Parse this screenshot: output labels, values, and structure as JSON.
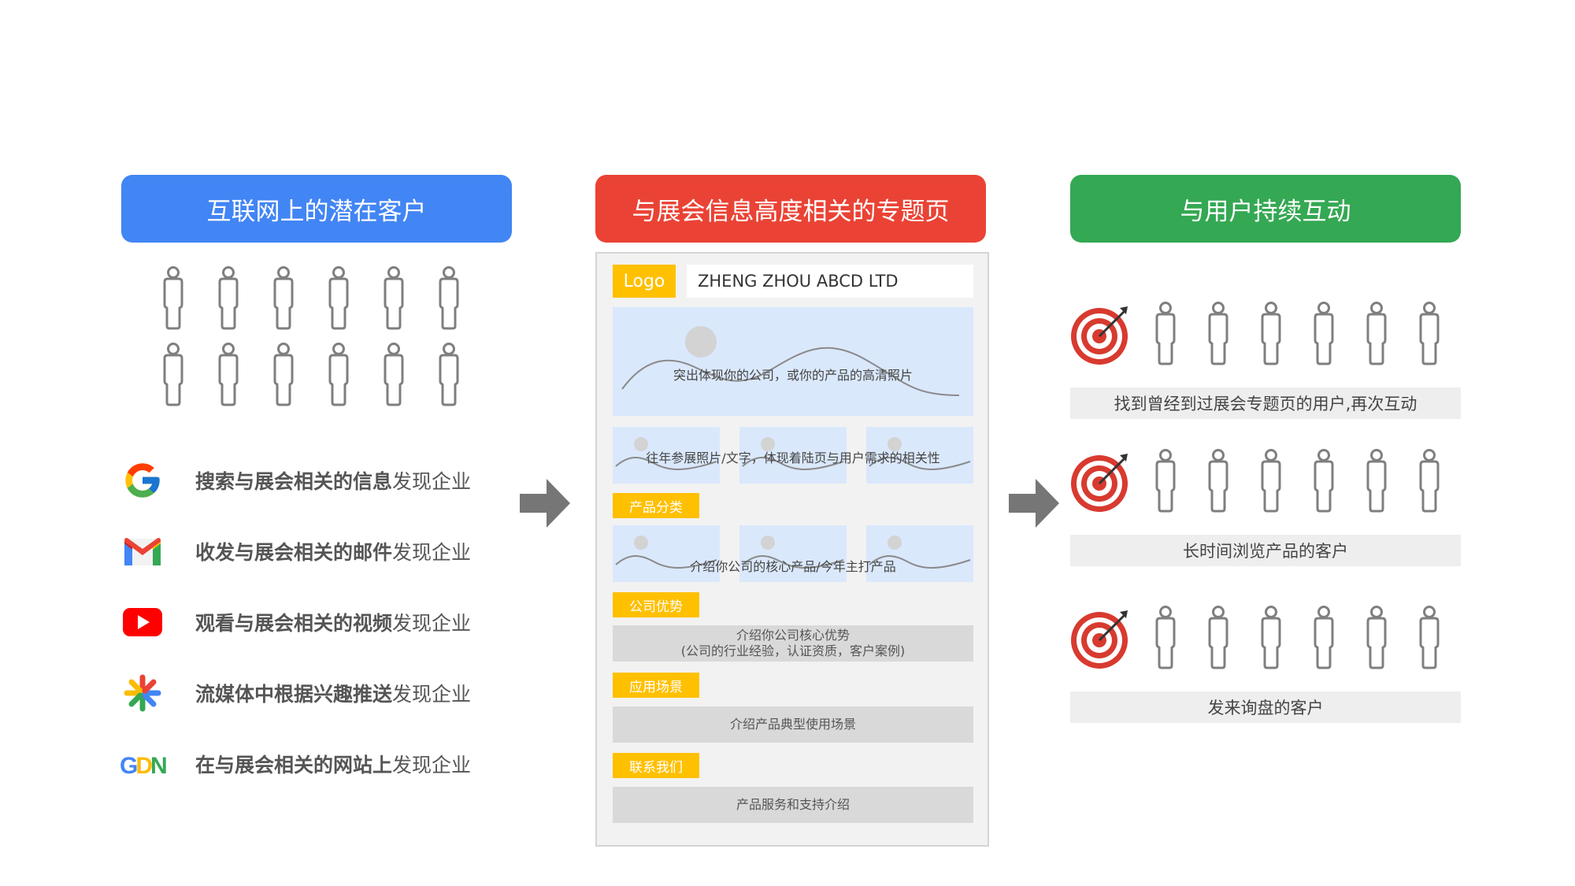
{
  "headers": {
    "left": "互联网上的潜在客户",
    "middle": "与展会信息高度相关的专题页",
    "right": "与用户持续互动"
  },
  "colors": {
    "blue": "#4285f4",
    "red": "#ea4335",
    "green": "#34a853",
    "yellow": "#ffc000"
  },
  "sources": [
    {
      "icon": "google-icon",
      "bold": "搜索与展会相关的信息",
      "normal": "发现企业"
    },
    {
      "icon": "gmail-icon",
      "bold": "收发与展会相关的邮件",
      "normal": "发现企业"
    },
    {
      "icon": "youtube-icon",
      "bold": "观看与展会相关的视频",
      "normal": "发现企业"
    },
    {
      "icon": "discover-icon",
      "bold": "流媒体中根据兴趣推送",
      "normal": "发现企业"
    },
    {
      "icon": "gdn-icon",
      "bold": "在与展会相关的网站上",
      "normal": "发现企业",
      "gdn_text": "GDN"
    }
  ],
  "mockup": {
    "logo": "Logo",
    "company": "ZHENG ZHOU ABCD LTD",
    "hero": "突出体现你的公司，或你的产品的高清照片",
    "gallery": "往年参展照片/文字，体现着陆页与用户需求的相关性",
    "tag_products": "产品分类",
    "products": "介绍你公司的核心产品/今年主打产品",
    "tag_advantage": "公司优势",
    "advantage_line1": "介绍你公司核心优势",
    "advantage_line2": "(公司的行业经验，认证资质，客户案例)",
    "tag_scenario": "应用场景",
    "scenario": "介绍产品典型使用场景",
    "tag_contact": "联系我们",
    "contact": "产品服务和支持介绍"
  },
  "retarget": [
    {
      "caption": "找到曾经到过展会专题页的用户,再次互动"
    },
    {
      "caption": "长时间浏览产品的客户"
    },
    {
      "caption": "发来询盘的客户"
    }
  ]
}
